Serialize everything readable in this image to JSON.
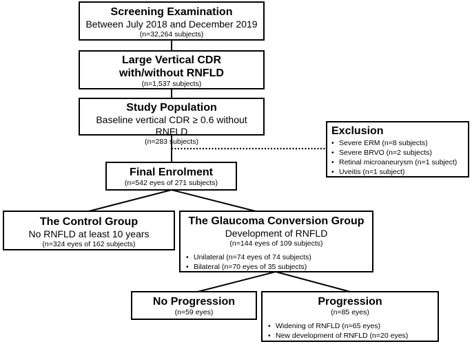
{
  "screening": {
    "title": "Screening Examination",
    "subtitle": "Between July 2018 and December 2019",
    "count": "(n=32,264 subjects)"
  },
  "large_cdr": {
    "title_line1": "Large Vertical CDR",
    "title_line2": "with/without RNFLD",
    "count": "(n=1,537 subjects)"
  },
  "study_population": {
    "title": "Study Population",
    "subtitle": "Baseline vertical CDR ≥ 0.6 without RNFLD",
    "count": "(n=283 subjects)"
  },
  "exclusion": {
    "title": "Exclusion",
    "items": [
      "Severe ERM (n=8 subjects)",
      "Severe BRVO (n=2 subjects)",
      "Retinal microaneurysm (n=1 subject)",
      "Uveitis (n=1 subject)"
    ]
  },
  "final_enrolment": {
    "title": "Final Enrolment",
    "count": "(n=542 eyes of 271 subjects)"
  },
  "control_group": {
    "title": "The Control Group",
    "subtitle": "No RNFLD at least 10 years",
    "count": "(n=324 eyes of 162 subjects)"
  },
  "conversion_group": {
    "title": "The Glaucoma Conversion Group",
    "subtitle": "Development of RNFLD",
    "count": "(n=144 eyes of 109 subjects)",
    "items": [
      "Unilateral (n=74 eyes of 74 subjects)",
      "Bilateral (n=70 eyes of 35 subjects)"
    ]
  },
  "no_progression": {
    "title": "No Progression",
    "count": "(n=59 eyes)"
  },
  "progression": {
    "title": "Progression",
    "count": "(n=85 eyes)",
    "items": [
      "Widening of RNFLD (n=65 eyes)",
      "New development of RNFLD (n=20 eyes)"
    ]
  }
}
